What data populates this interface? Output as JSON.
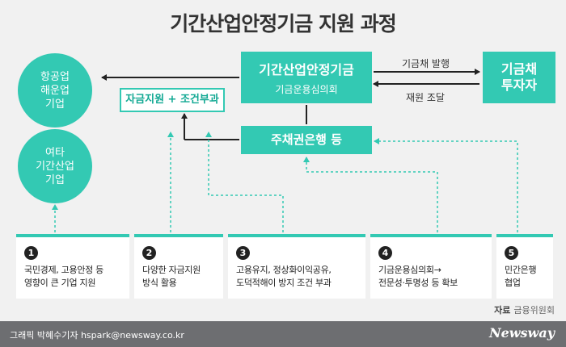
{
  "title": "기간산업안정기금 지원 과정",
  "companies": [
    {
      "label": "항공업\n해운업\n기업"
    },
    {
      "label": "여타\n기간산업\n기업"
    }
  ],
  "fund": {
    "title": "기간산업안정기금",
    "subtitle": "기금운용심의회"
  },
  "investor": {
    "label": "기금채\n투자자"
  },
  "bank": {
    "label": "주채권은행 등"
  },
  "support": {
    "label": "자금지원 + 조건부과"
  },
  "flows": {
    "issue": "기금채 발행",
    "raise": "재원 조달"
  },
  "cards": [
    {
      "num": "1",
      "text": "국민경제, 고용안정 등\n영향이 큰 기업 지원"
    },
    {
      "num": "2",
      "text": "다양한 자금지원\n방식 활용"
    },
    {
      "num": "3",
      "text": "고용유지, 정상화이익공유,\n도덕적해이 방지 조건 부과"
    },
    {
      "num": "4",
      "text": "기금운용심의회→\n전문성·투명성 등 확보"
    },
    {
      "num": "5",
      "text": "민간은행\n협업"
    }
  ],
  "source": {
    "label": "자료",
    "value": "금융위원회"
  },
  "footer": {
    "credit": "그래픽 박혜수기자 hspark@newsway.co.kr",
    "brand": "Newsway"
  },
  "colors": {
    "teal": "#33c9b3",
    "background": "#f1f1f1",
    "footer": "#6d6e71",
    "dark": "#222222"
  }
}
